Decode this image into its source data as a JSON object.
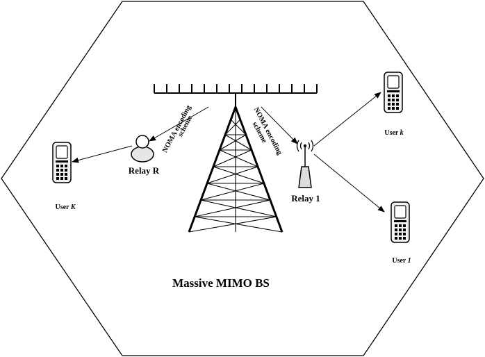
{
  "diagram": {
    "base_station_label": "Massive MIMO BS",
    "left_link_label": {
      "line1": "NOMA encoding",
      "line2": "scheme"
    },
    "right_link_label": {
      "line1": "NOMA encoding",
      "line2": "scheme"
    },
    "relay_r": {
      "label": "Relay R"
    },
    "relay_1": {
      "label": "Relay 1"
    },
    "users": [
      {
        "prefix": "User ",
        "index": "K"
      },
      {
        "prefix": "User ",
        "index": "k"
      },
      {
        "prefix": "User ",
        "index": "1"
      }
    ]
  }
}
